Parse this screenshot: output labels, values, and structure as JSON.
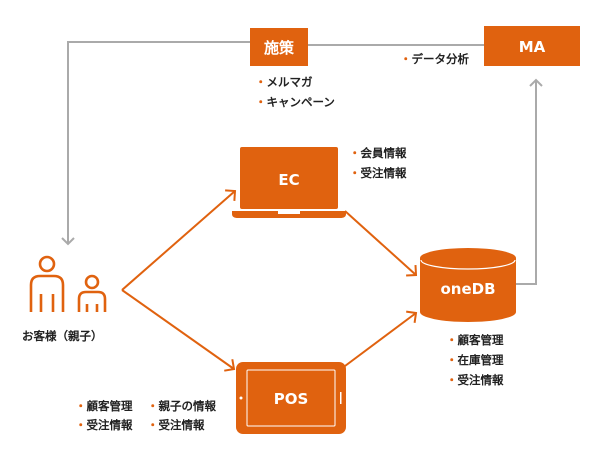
{
  "colors": {
    "accent": "#E0620F",
    "line": "#AAAAAA",
    "text": "#222222"
  },
  "nodes": {
    "shisaku": {
      "label": "施策"
    },
    "ma": {
      "label": "MA"
    },
    "ec": {
      "label": "EC"
    },
    "pos": {
      "label": "POS"
    },
    "onedb": {
      "label": "oneDB"
    },
    "customer": {
      "label": "お客様（親子）",
      "icon": "parent-child-people-icon"
    }
  },
  "notes": {
    "shisaku": [
      "メルマガ",
      "キャンペーン"
    ],
    "ma": [
      "データ分析"
    ],
    "ec": [
      "会員情報",
      "受注情報"
    ],
    "onedb": [
      "顧客管理",
      "在庫管理",
      "受注情報"
    ],
    "pos_left": [
      "顧客管理",
      "受注情報"
    ],
    "pos_right": [
      "親子の情報",
      "受注情報"
    ]
  },
  "bullet": "・"
}
